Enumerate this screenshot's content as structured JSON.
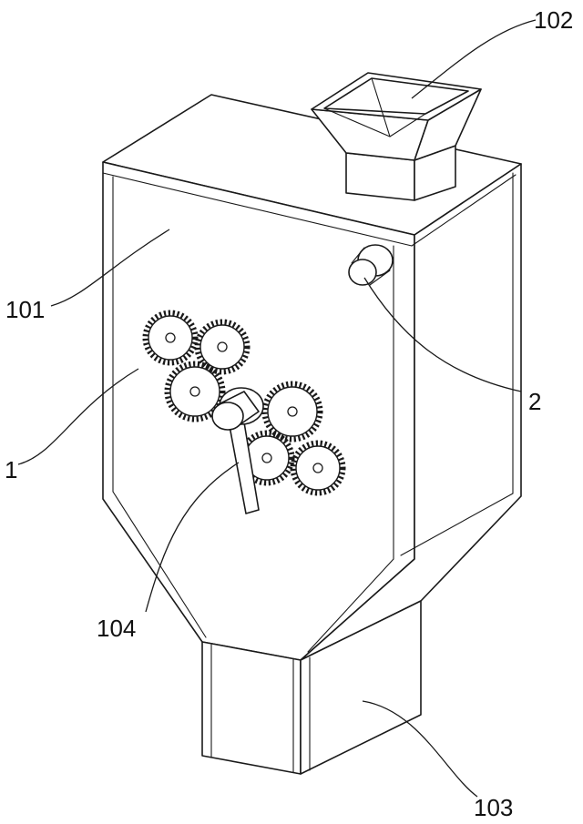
{
  "labels": {
    "feed_hopper": "102",
    "housing_panel": "101",
    "machine_body": "1",
    "knob": "2",
    "handle": "104",
    "discharge_outlet": "103"
  },
  "colors": {
    "ink": "#1a1a1a",
    "background": "#ffffff"
  }
}
